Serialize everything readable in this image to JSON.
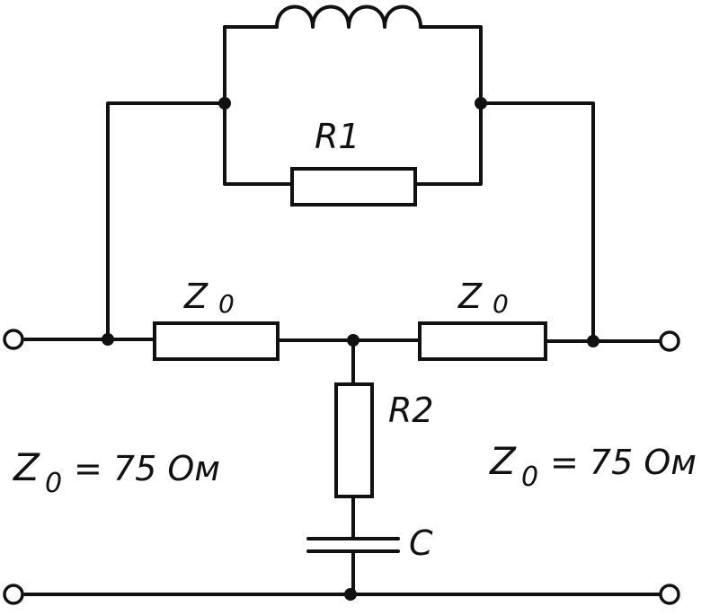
{
  "labels": {
    "r1": "R1",
    "r2": "R2",
    "c": "C",
    "z0_top_left": "Z",
    "z0_top_left_sub": "0",
    "z0_top_right": "Z",
    "z0_top_right_sub": "0",
    "eq_left_z": "Z",
    "eq_left_sub": "0",
    "eq_left_rest": "= 75 Ом",
    "eq_right_z": "Z",
    "eq_right_sub": "0",
    "eq_right_rest": "= 75 Ом"
  },
  "colors": {
    "ink": "#111111",
    "paper": "#ffffff"
  }
}
